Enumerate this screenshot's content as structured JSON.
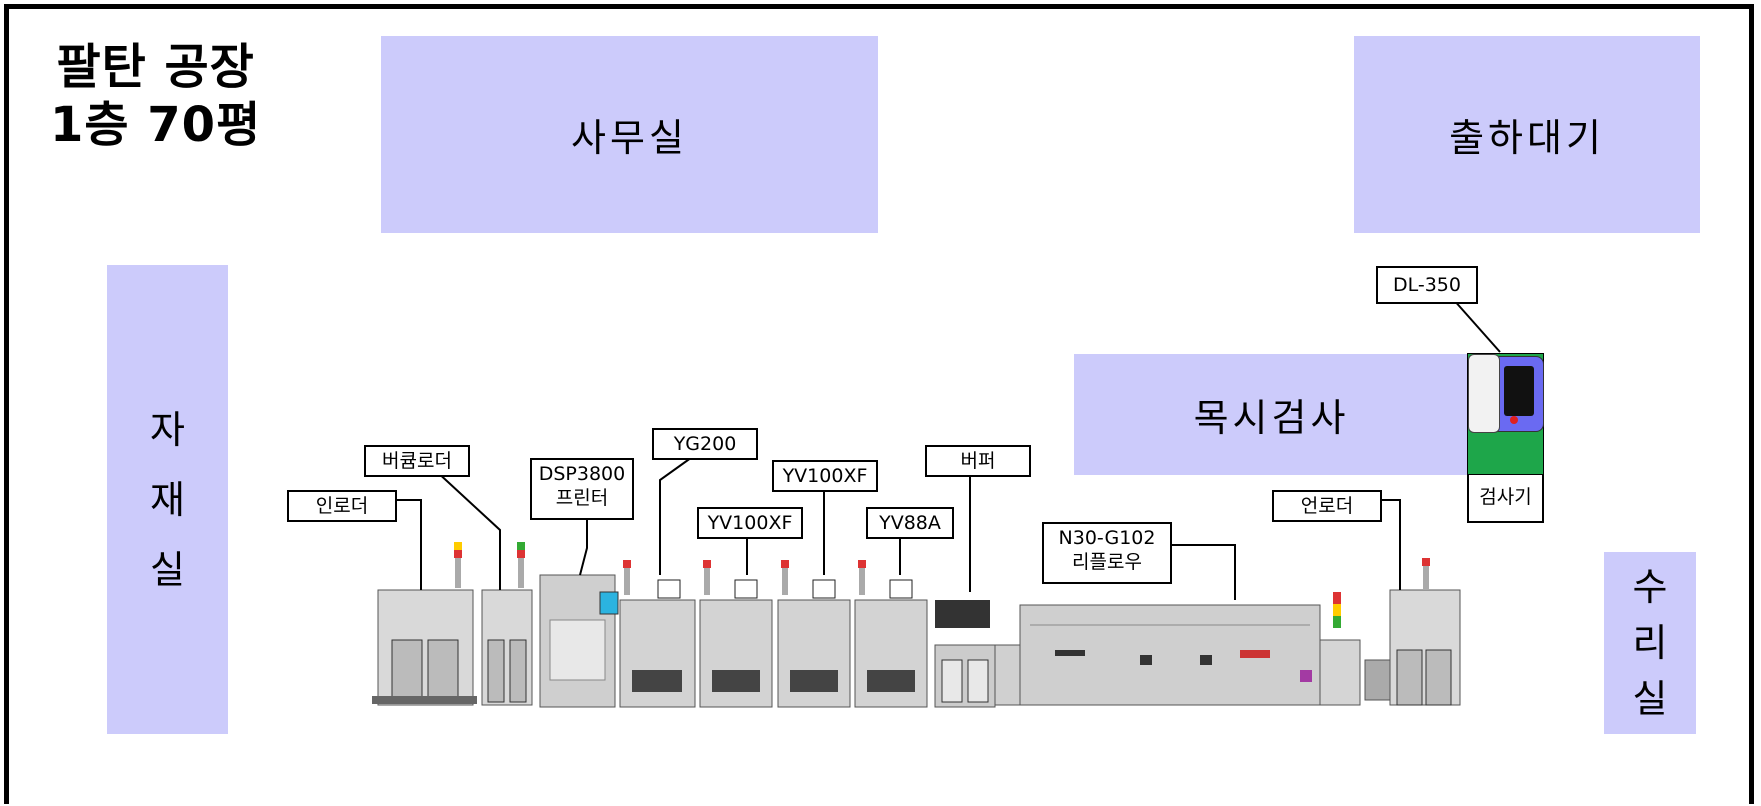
{
  "title": {
    "line1": "팔탄 공장",
    "line2": "1층 70평"
  },
  "rooms": {
    "office": "사무실",
    "shipping": "출하대기",
    "material": [
      "자",
      "재",
      "실"
    ],
    "visual_inspection": "목시검사",
    "repair": [
      "수",
      "리",
      "실"
    ]
  },
  "labels": {
    "inspector_model": "DL-350",
    "inspector": "검사기",
    "buffer_loader": "버큠로더",
    "in_loader": "인로더",
    "printer_model": "DSP3800",
    "printer": "프린터",
    "yg200": "YG200",
    "yv100xf_a": "YV100XF",
    "yv100xf_b": "YV100XF",
    "yv88a": "YV88A",
    "buffer": "버퍼",
    "reflow_model": "N30-G102",
    "reflow": "리플로우",
    "unloader": "언로더"
  },
  "colors": {
    "room": "#cccbfb",
    "inspector_green": "#1ea64a",
    "inspector_screen": "#6a6af2"
  }
}
